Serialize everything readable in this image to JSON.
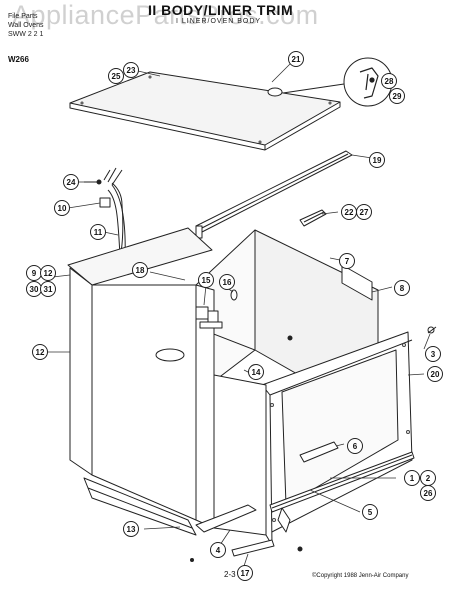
{
  "watermark": "AppliancePartsPros.com",
  "header": {
    "line1": "File Parts",
    "line2": "Wall Ovens",
    "line3": "SWW 2 2   1",
    "title": "II  BODY/LINER TRIM",
    "subtitle": "I  LINER/OVEN BODY",
    "model": "W266"
  },
  "footer": {
    "page": "2-3",
    "copyright": "©Copyright 1988 Jenn-Air Company"
  },
  "callouts": [
    {
      "id": "c21",
      "label": "21"
    },
    {
      "id": "c23",
      "label": "23"
    },
    {
      "id": "c25",
      "label": "25"
    },
    {
      "id": "c28",
      "label": "28"
    },
    {
      "id": "c29",
      "label": "29"
    },
    {
      "id": "c19",
      "label": "19"
    },
    {
      "id": "c24",
      "label": "24"
    },
    {
      "id": "c10",
      "label": "10"
    },
    {
      "id": "c22",
      "label": "22"
    },
    {
      "id": "c27",
      "label": "27"
    },
    {
      "id": "c11",
      "label": "11"
    },
    {
      "id": "c7",
      "label": "7"
    },
    {
      "id": "c9",
      "label": "9"
    },
    {
      "id": "c12a",
      "label": "12"
    },
    {
      "id": "c30",
      "label": "30"
    },
    {
      "id": "c31",
      "label": "31"
    },
    {
      "id": "c18",
      "label": "18"
    },
    {
      "id": "c15",
      "label": "15"
    },
    {
      "id": "c16",
      "label": "16"
    },
    {
      "id": "c8",
      "label": "8"
    },
    {
      "id": "c12b",
      "label": "12"
    },
    {
      "id": "c3",
      "label": "3"
    },
    {
      "id": "c14",
      "label": "14"
    },
    {
      "id": "c20",
      "label": "20"
    },
    {
      "id": "c6",
      "label": "6"
    },
    {
      "id": "c1",
      "label": "1"
    },
    {
      "id": "c2",
      "label": "2"
    },
    {
      "id": "c26",
      "label": "26"
    },
    {
      "id": "c5",
      "label": "5"
    },
    {
      "id": "c13",
      "label": "13"
    },
    {
      "id": "c4",
      "label": "4"
    },
    {
      "id": "c17",
      "label": "17"
    }
  ]
}
